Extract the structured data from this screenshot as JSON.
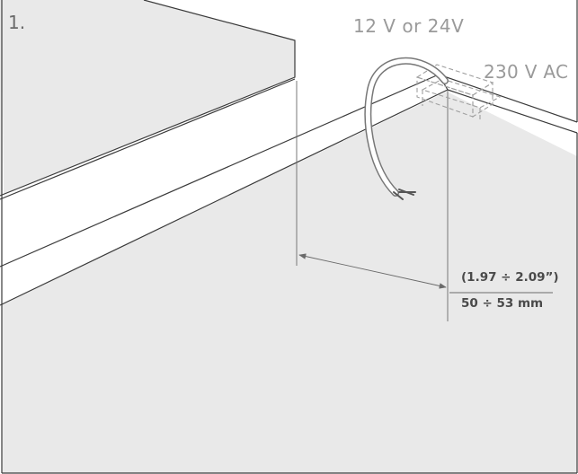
{
  "step": {
    "number": "1."
  },
  "labels": {
    "low_voltage": "12 V  or  24V",
    "mains_voltage": "230 V AC"
  },
  "dimension": {
    "inches": "(1.97 ÷ 2.09”)",
    "millimeters": "50 ÷ 53 mm"
  },
  "colors": {
    "panel_fill": "#e9e9e9",
    "outline": "#3a3a3a",
    "dim_line": "#6a6a6a",
    "box_dash": "#a0a0a0",
    "cable": "#777777"
  }
}
